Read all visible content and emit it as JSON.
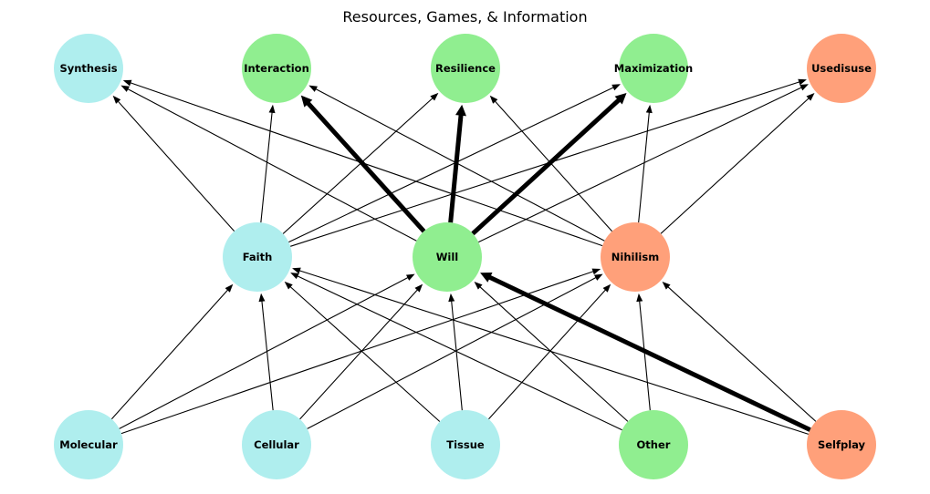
{
  "title": "Resources, Games, & Information",
  "colors": {
    "cyan": "#afeeee",
    "green": "#90ee90",
    "salmon": "#ffa07a",
    "edge": "#000000",
    "background": "#ffffff"
  },
  "nodes": [
    {
      "id": "synthesis",
      "label": "Synthesis",
      "color": "cyan"
    },
    {
      "id": "interaction",
      "label": "Interaction",
      "color": "green"
    },
    {
      "id": "resilience",
      "label": "Resilience",
      "color": "green"
    },
    {
      "id": "maximization",
      "label": "Maximization",
      "color": "green"
    },
    {
      "id": "usedisuse",
      "label": "Usedisuse",
      "color": "salmon"
    },
    {
      "id": "faith",
      "label": "Faith",
      "color": "cyan"
    },
    {
      "id": "will",
      "label": "Will",
      "color": "green"
    },
    {
      "id": "nihilism",
      "label": "Nihilism",
      "color": "salmon"
    },
    {
      "id": "molecular",
      "label": "Molecular",
      "color": "cyan"
    },
    {
      "id": "cellular",
      "label": "Cellular",
      "color": "cyan"
    },
    {
      "id": "tissue",
      "label": "Tissue",
      "color": "cyan"
    },
    {
      "id": "other",
      "label": "Other",
      "color": "green"
    },
    {
      "id": "selfplay",
      "label": "Selfplay",
      "color": "salmon"
    }
  ],
  "edges": [
    {
      "from": "faith",
      "to": "synthesis",
      "bold": false
    },
    {
      "from": "faith",
      "to": "interaction",
      "bold": false
    },
    {
      "from": "faith",
      "to": "resilience",
      "bold": false
    },
    {
      "from": "faith",
      "to": "maximization",
      "bold": false
    },
    {
      "from": "faith",
      "to": "usedisuse",
      "bold": false
    },
    {
      "from": "will",
      "to": "synthesis",
      "bold": false
    },
    {
      "from": "will",
      "to": "interaction",
      "bold": true
    },
    {
      "from": "will",
      "to": "resilience",
      "bold": true
    },
    {
      "from": "will",
      "to": "maximization",
      "bold": true
    },
    {
      "from": "will",
      "to": "usedisuse",
      "bold": false
    },
    {
      "from": "nihilism",
      "to": "synthesis",
      "bold": false
    },
    {
      "from": "nihilism",
      "to": "interaction",
      "bold": false
    },
    {
      "from": "nihilism",
      "to": "resilience",
      "bold": false
    },
    {
      "from": "nihilism",
      "to": "maximization",
      "bold": false
    },
    {
      "from": "nihilism",
      "to": "usedisuse",
      "bold": false
    },
    {
      "from": "molecular",
      "to": "faith",
      "bold": false
    },
    {
      "from": "molecular",
      "to": "will",
      "bold": false
    },
    {
      "from": "molecular",
      "to": "nihilism",
      "bold": false
    },
    {
      "from": "cellular",
      "to": "faith",
      "bold": false
    },
    {
      "from": "cellular",
      "to": "will",
      "bold": false
    },
    {
      "from": "cellular",
      "to": "nihilism",
      "bold": false
    },
    {
      "from": "tissue",
      "to": "faith",
      "bold": false
    },
    {
      "from": "tissue",
      "to": "will",
      "bold": false
    },
    {
      "from": "tissue",
      "to": "nihilism",
      "bold": false
    },
    {
      "from": "other",
      "to": "faith",
      "bold": false
    },
    {
      "from": "other",
      "to": "will",
      "bold": false
    },
    {
      "from": "other",
      "to": "nihilism",
      "bold": false
    },
    {
      "from": "selfplay",
      "to": "faith",
      "bold": false
    },
    {
      "from": "selfplay",
      "to": "will",
      "bold": true
    },
    {
      "from": "selfplay",
      "to": "nihilism",
      "bold": false
    }
  ]
}
